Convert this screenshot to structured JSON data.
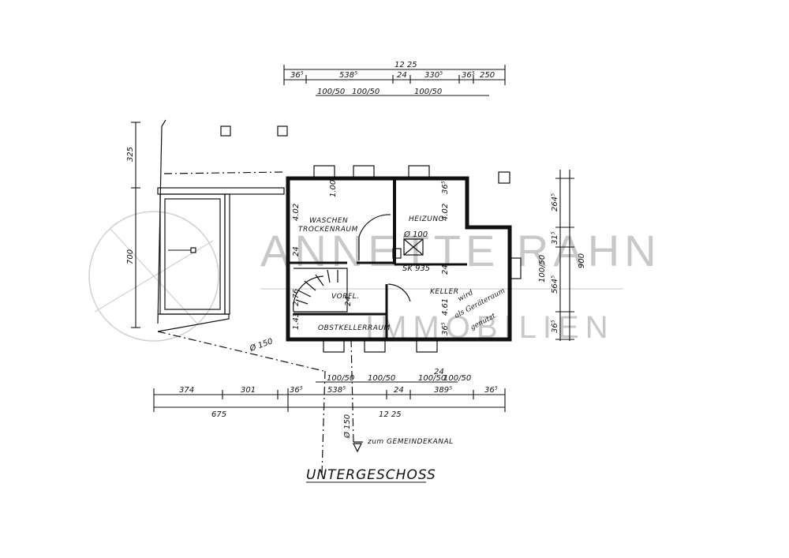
{
  "title": "UNTERGESCHOSS",
  "watermark": {
    "line1": "ANNETTE RAHN",
    "line2": "IMMOBILIEN",
    "color": "#c8c8c8"
  },
  "rooms": {
    "waschen": "WASCHEN",
    "trockenraum": "TROCKENRAUM",
    "heizung": "HEIZUNG",
    "keller": "KELLER",
    "vorfl": "VORFL.",
    "obstkeller": "OBSTKELLERRAUM"
  },
  "notes": {
    "wird": "wird",
    "als_geraete": "als Geräteraum",
    "genutzt": "genutzt",
    "kanal": "zum GEMEINDEKANAL",
    "dia_150_a": "Ø 150",
    "dia_150_b": "Ø 150",
    "sk": "SK 935",
    "dia_100": "Ø 100"
  },
  "dims_top": {
    "total": "12 25",
    "d1": "36⁵",
    "d2": "538⁵",
    "d3": "24",
    "d4": "330⁵",
    "d5": "36⁵",
    "d6": "250",
    "w1": "100/50",
    "w2": "100/50",
    "w3": "100/50"
  },
  "dims_bottom": {
    "b1": "374",
    "b2": "301",
    "b3": "36⁵",
    "b4": "538⁵",
    "b5": "24",
    "b6": "389⁵",
    "b7": "36⁵",
    "total_left": "675",
    "total": "12 25",
    "w1": "100/50",
    "w2": "100/50",
    "w3": "100/50",
    "w4": "100/50",
    "w5": "24"
  },
  "dims_left": {
    "l1": "325",
    "l2": "700"
  },
  "dims_right": {
    "r1": "264⁵",
    "r2": "31⁵",
    "r3": "900",
    "r4": "564⁵",
    "r5": "36⁵",
    "r6": "100/50"
  },
  "dims_inner": {
    "i1": "1.00",
    "i2": "4.02",
    "i3": "4.02",
    "i4": "36⁵",
    "i5": "24",
    "i6": "24",
    "i7": "2.76",
    "i8": "1.43",
    "i9": "36⁵",
    "i10": "4.61",
    "i11": "24"
  }
}
